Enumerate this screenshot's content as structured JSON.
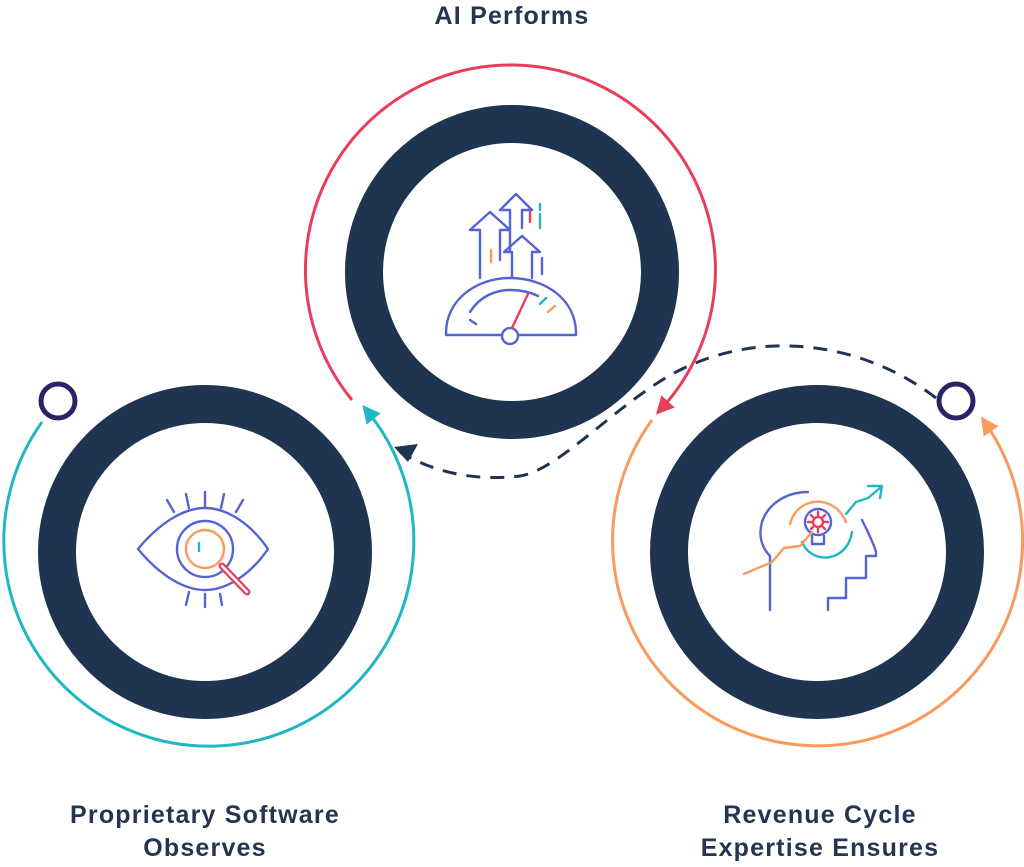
{
  "labels": {
    "top": "AI Performs",
    "left_line1": "Proprietary Software",
    "left_line2": "Observes",
    "right_line1": "Revenue Cycle",
    "right_line2": "Expertise Ensures"
  },
  "icons": {
    "top": "speedometer-arrows-icon",
    "left": "eye-magnifier-icon",
    "right": "head-lightbulb-growth-icon"
  },
  "colors": {
    "ring": "#1f3450",
    "top_arc": "#e83e5a",
    "left_arc": "#1fb7c4",
    "right_arc": "#fb9a5c",
    "dashed_arrow": "#1f3450",
    "icon_primary": "#5464d4",
    "small_circle": "#2a2466"
  }
}
